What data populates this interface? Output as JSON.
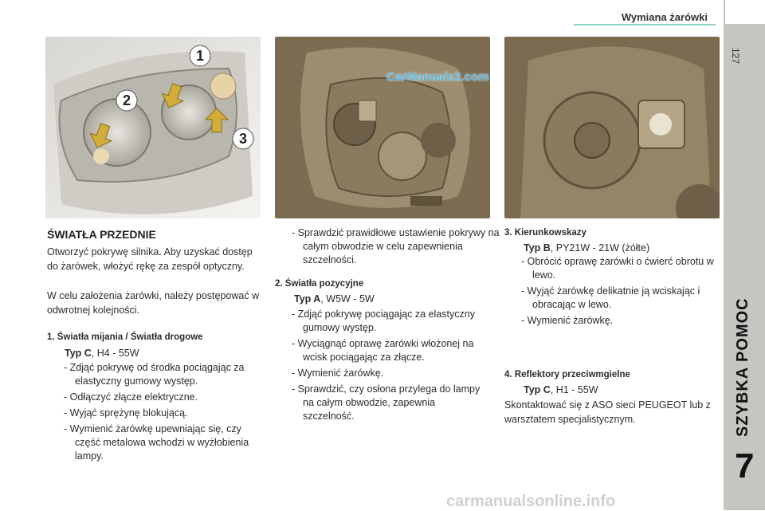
{
  "header": {
    "title": "Wymiana żarówki",
    "page_number": "127"
  },
  "sidebar": {
    "section_title": "SZYBKA POMOC",
    "chapter": "7"
  },
  "images": {
    "headlamp_front": {
      "labels": [
        "1",
        "2",
        "3"
      ]
    },
    "lamp_rear_1": {
      "watermark": "CarManuals2.com"
    }
  },
  "col1": {
    "title": "ŚWIATŁA PRZEDNIE",
    "intro1": "Otworzyć pokrywę silnika. Aby uzyskać dostęp do żarówek, włożyć rękę za zespół optyczny.",
    "intro2": "W celu założenia żarówki, należy postępować w odwrotnej kolejności.",
    "item1_heading": "1.   Światła mijania / Światła drogowe",
    "item1_type_bold": "Typ C",
    "item1_type_rest": ", H4 - 55W",
    "item1_steps": [
      "-  Zdjąć pokrywę od środka pociągając za elastyczny gumowy występ.",
      "-  Odłączyć złącze elektryczne.",
      "-  Wyjąć sprężynę blokującą.",
      "-  Wymienić żarówkę upewniając się, czy część metalowa wchodzi w wyżłobienia lampy."
    ]
  },
  "col2": {
    "cont_step": "-  Sprawdzić prawidłowe ustawienie pokrywy na całym obwodzie w celu zapewnienia szczelności.",
    "item2_heading": "2.   Światła pozycyjne",
    "item2_type_bold": "Typ A",
    "item2_type_rest": ", W5W - 5W",
    "item2_steps": [
      "-  Zdjąć pokrywę pociągając za elastyczny gumowy występ.",
      "-  Wyciągnąć oprawę żarówki włożonej na wcisk pociągając za złącze.",
      "-  Wymienić żarówkę.",
      "-  Sprawdzić, czy osłona przylega do lampy na całym obwodzie, zapewnia szczelność."
    ]
  },
  "col3": {
    "item3_heading": "3.   Kierunkowskazy",
    "item3_type_bold": "Typ B",
    "item3_type_rest": ", PY21W - 21W (żółte)",
    "item3_steps": [
      "-  Obrócić oprawę żarówki o ćwierć obrotu w lewo.",
      "-  Wyjąć żarówkę delikatnie ją wciskając i obracając w lewo.",
      "-  Wymienić żarówkę."
    ],
    "item4_heading": "4.   Reflektory przeciwmgielne",
    "item4_type_bold": "Typ C",
    "item4_type_rest": ", H1 - 55W",
    "item4_text": "Skontaktować się z ASO sieci PEUGEOT lub z warsztatem specjalistycznym."
  },
  "footer": {
    "watermark": "carmanualsonline.info"
  },
  "colors": {
    "accent": "#8fd4c8",
    "sidebar": "#c6c5c2",
    "photo_bg": "#7b6c52",
    "arrow": "#d2ad3a"
  }
}
